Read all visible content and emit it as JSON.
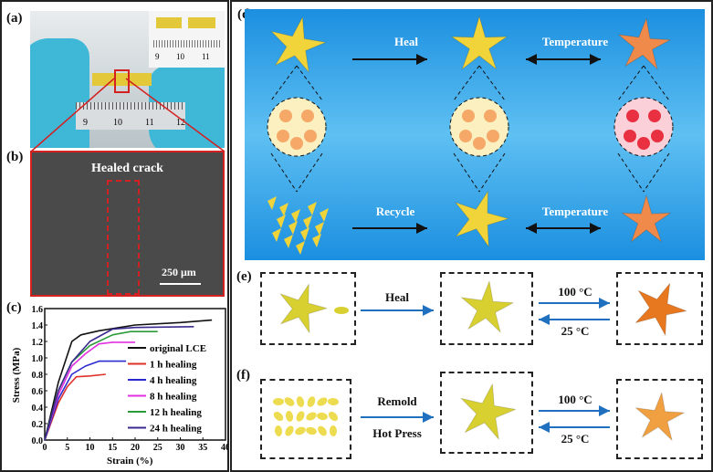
{
  "panels": {
    "a": "(a)",
    "b": "(b)",
    "c": "(c)",
    "d": "(d)",
    "e": "(e)",
    "f": "(f)"
  },
  "photo_a": {
    "ruler_ticks": [
      "9",
      "10",
      "11",
      "12"
    ],
    "inset_ticks": [
      "9",
      "10",
      "11"
    ]
  },
  "sem_b": {
    "title": "Healed crack",
    "scale_bar": "250 μm"
  },
  "diagram_d": {
    "top_arrow": "Heal",
    "top_double_arrow": "Temperature",
    "bottom_arrow": "Recycle",
    "bottom_double_arrow": "Temperature"
  },
  "row_e": {
    "arrow": "Heal",
    "up_temp": "100 °C",
    "down_temp": "25 °C"
  },
  "row_f": {
    "arrow_top": "Remold",
    "arrow_bottom": "Hot Press",
    "up_temp": "100 °C",
    "down_temp": "25 °C"
  },
  "colors": {
    "glove": "#3fb8d8",
    "sample": "#e3c83a",
    "starfish_yellow": "#f0d43a",
    "starfish_orange": "#f08a4a",
    "sem": "#4a4a4a",
    "highlight": "#d32020"
  },
  "chart_data": {
    "type": "line",
    "xlabel": "Strain (%)",
    "ylabel": "Stress (MPa)",
    "xlim": [
      0,
      40
    ],
    "ylim": [
      0,
      1.6
    ],
    "xticks": [
      "0",
      "5",
      "10",
      "15",
      "20",
      "25",
      "30",
      "35",
      "40"
    ],
    "yticks": [
      "0.0",
      "0.2",
      "0.4",
      "0.6",
      "0.8",
      "1.0",
      "1.2",
      "1.4",
      "1.6"
    ],
    "legend_position": "right",
    "series": [
      {
        "name": "original LCE",
        "color": "#111111",
        "points": [
          [
            0,
            0
          ],
          [
            3,
            0.7
          ],
          [
            6,
            1.2
          ],
          [
            8,
            1.28
          ],
          [
            12,
            1.33
          ],
          [
            20,
            1.4
          ],
          [
            30,
            1.43
          ],
          [
            37,
            1.46
          ]
        ]
      },
      {
        "name": "1 h healing",
        "color": "#e0302a",
        "points": [
          [
            0,
            0
          ],
          [
            3,
            0.45
          ],
          [
            5,
            0.65
          ],
          [
            7,
            0.77
          ],
          [
            10,
            0.78
          ],
          [
            13.5,
            0.8
          ]
        ]
      },
      {
        "name": "4 h healing",
        "color": "#2a2ad0",
        "points": [
          [
            0,
            0
          ],
          [
            3,
            0.5
          ],
          [
            6,
            0.8
          ],
          [
            9,
            0.9
          ],
          [
            12,
            0.96
          ],
          [
            18,
            0.96
          ]
        ]
      },
      {
        "name": "8 h healing",
        "color": "#e030e0",
        "points": [
          [
            0,
            0
          ],
          [
            3,
            0.55
          ],
          [
            6,
            0.9
          ],
          [
            9,
            1.05
          ],
          [
            12,
            1.17
          ],
          [
            15,
            1.19
          ],
          [
            20,
            1.19
          ]
        ]
      },
      {
        "name": "12 h healing",
        "color": "#2a9a3a",
        "points": [
          [
            0,
            0
          ],
          [
            3,
            0.6
          ],
          [
            6,
            0.95
          ],
          [
            10,
            1.15
          ],
          [
            15,
            1.28
          ],
          [
            19,
            1.32
          ],
          [
            25,
            1.32
          ]
        ]
      },
      {
        "name": "24 h healing",
        "color": "#3a2a90",
        "points": [
          [
            0,
            0
          ],
          [
            3,
            0.6
          ],
          [
            6,
            0.95
          ],
          [
            10,
            1.2
          ],
          [
            15,
            1.35
          ],
          [
            20,
            1.37
          ],
          [
            33,
            1.38
          ]
        ]
      }
    ]
  }
}
